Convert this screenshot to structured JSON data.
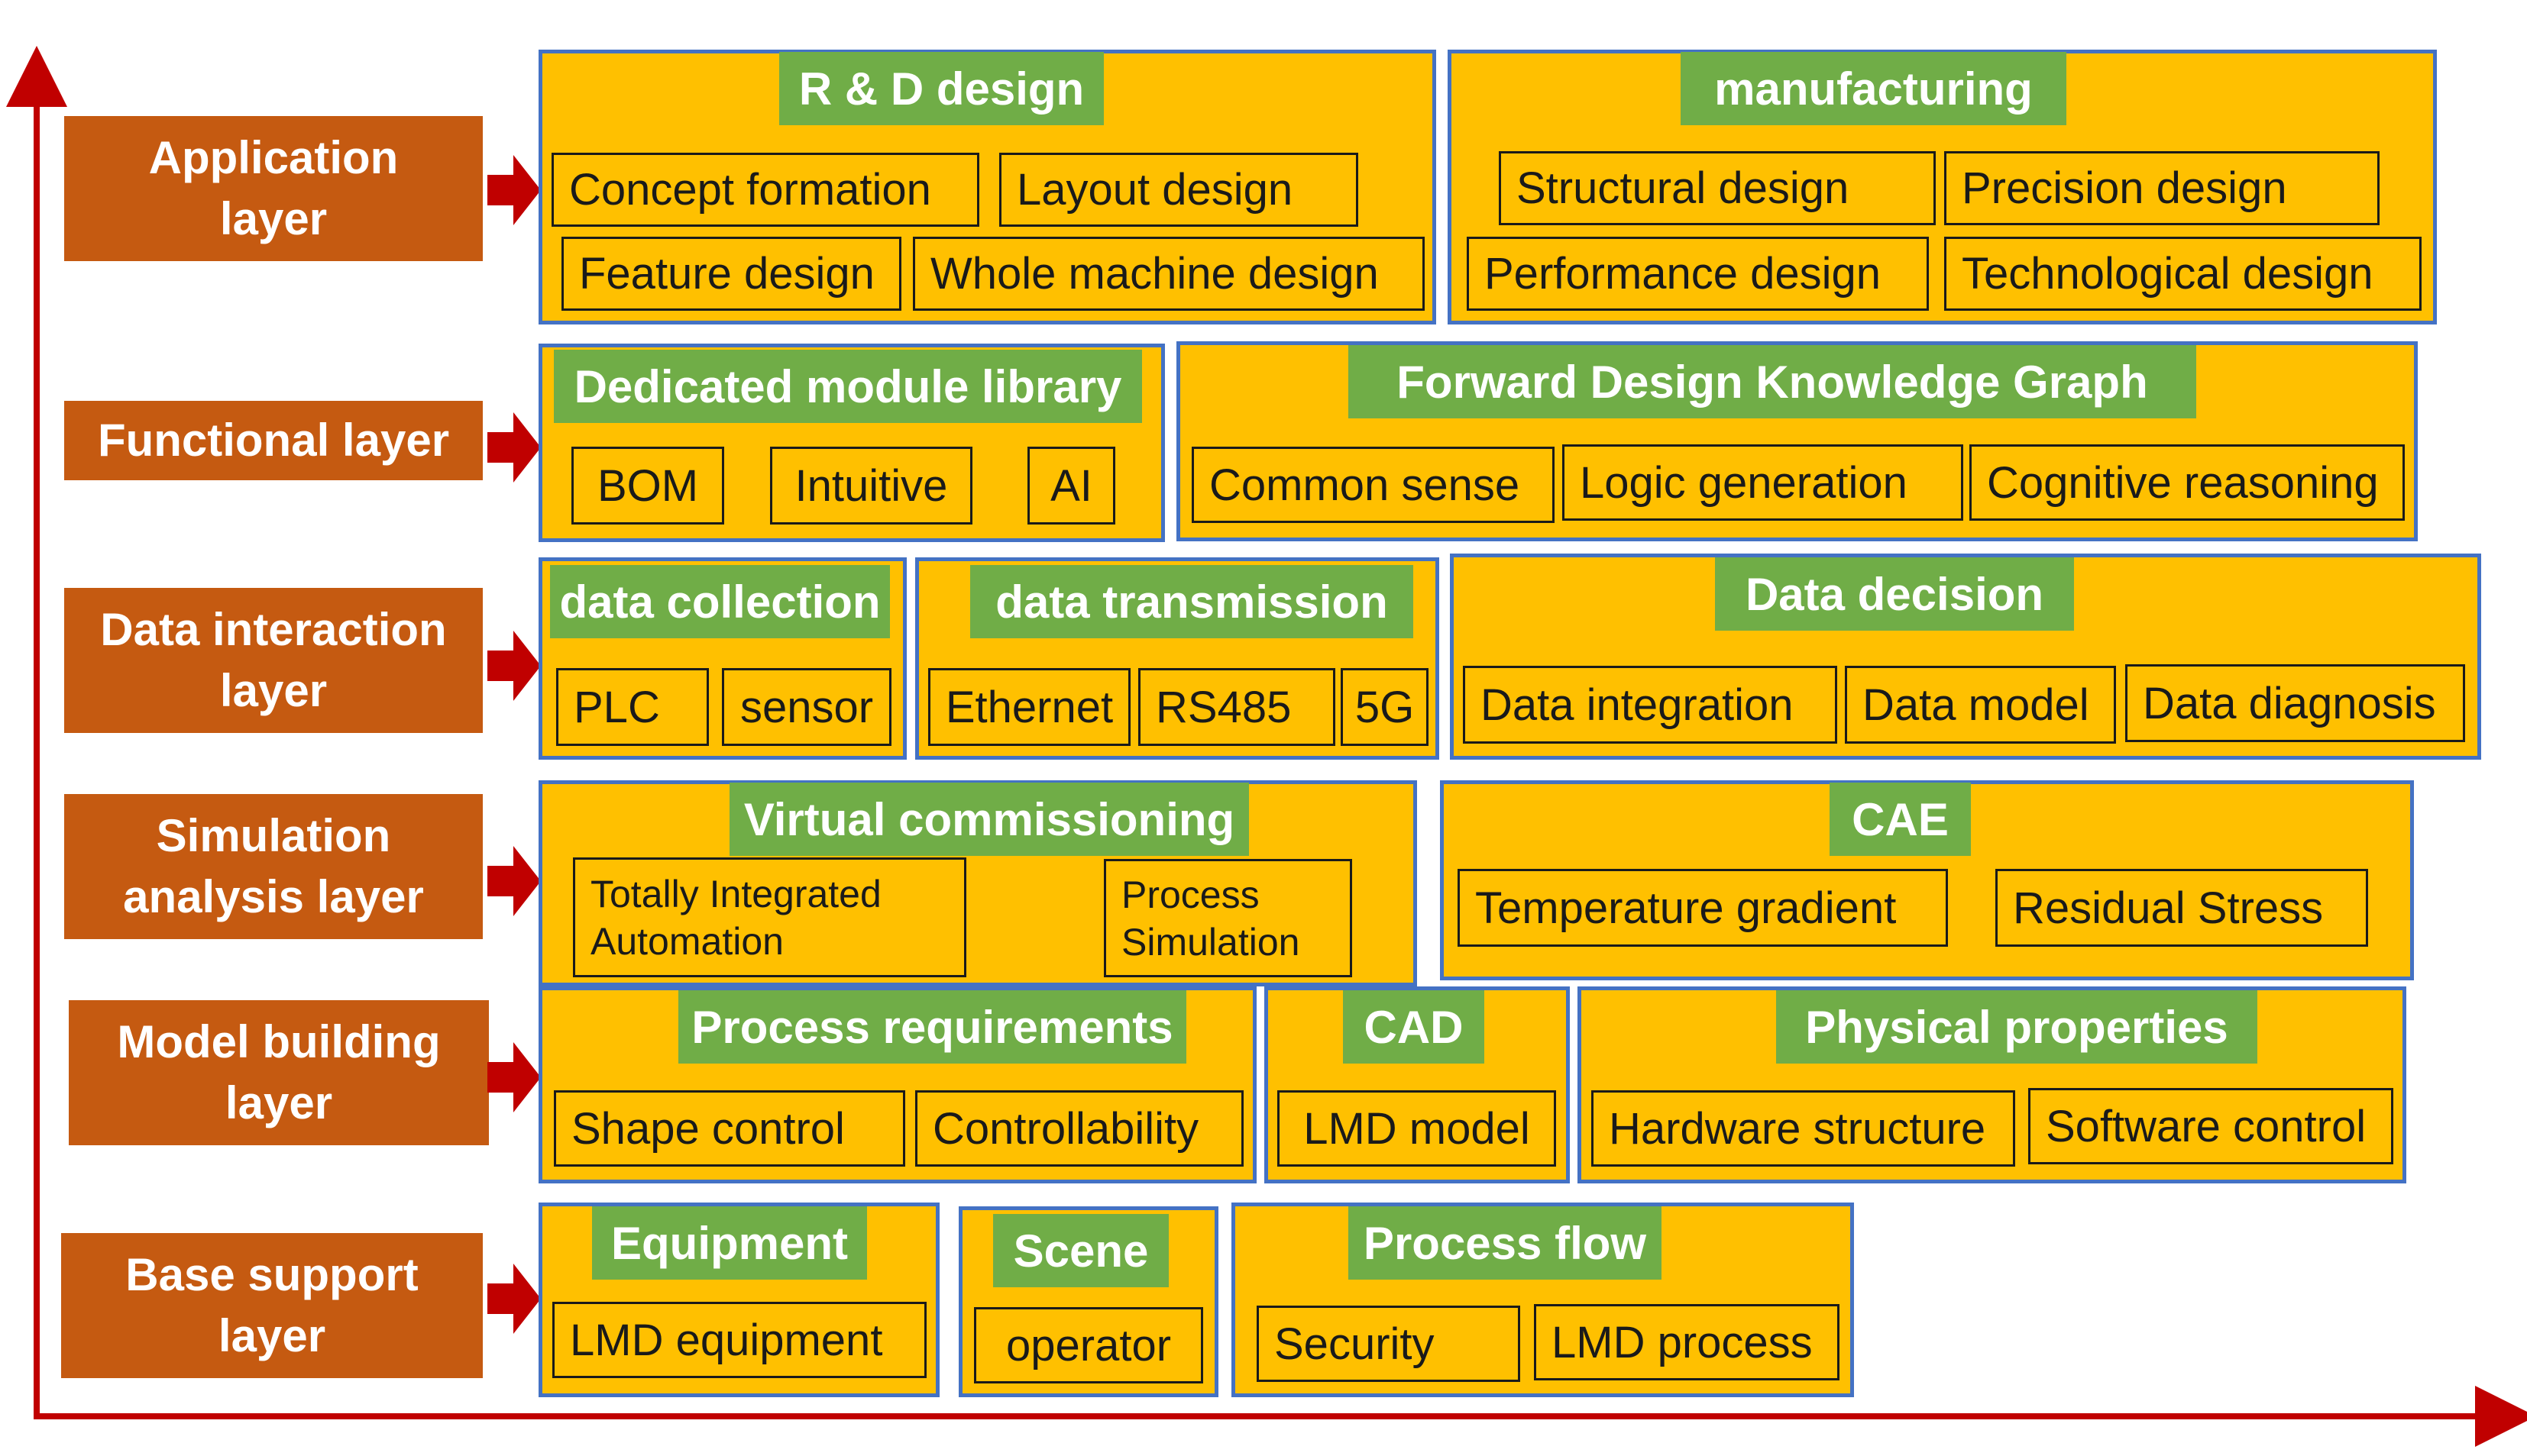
{
  "colors": {
    "layer": "#c55a11",
    "block": "#ffc000",
    "block_border": "#4472c4",
    "header": "#70ad47",
    "arrow": "#c00000",
    "axis": "#c00000"
  },
  "layers": [
    "Application\nlayer",
    "Functional layer",
    "Data interaction\nlayer",
    "Simulation\nanalysis layer",
    "Model building\nlayer",
    "Base support\nlayer"
  ],
  "blocks": {
    "rd": {
      "title": "R & D design",
      "items": [
        "Concept formation",
        "Layout design",
        "Feature design",
        "Whole machine design"
      ]
    },
    "mfg": {
      "title": "manufacturing",
      "items": [
        "Structural design",
        "Precision design",
        "Performance design",
        "Technological design"
      ]
    },
    "dml": {
      "title": "Dedicated module library",
      "items": [
        "BOM",
        "Intuitive",
        "AI"
      ]
    },
    "fdkg": {
      "title": "Forward Design Knowledge Graph",
      "items": [
        "Common sense",
        "Logic generation",
        "Cognitive reasoning"
      ]
    },
    "dcol": {
      "title": "data collection",
      "items": [
        "PLC",
        "sensor"
      ]
    },
    "dtx": {
      "title": "data transmission",
      "items": [
        "Ethernet",
        "RS485",
        "5G"
      ]
    },
    "ddec": {
      "title": "Data decision",
      "items": [
        "Data integration",
        "Data model",
        "Data diagnosis"
      ]
    },
    "vc": {
      "title": "Virtual commissioning",
      "items": [
        "Totally Integrated\nAutomation",
        "Process\nSimulation"
      ]
    },
    "cae": {
      "title": "CAE",
      "items": [
        "Temperature gradient",
        "Residual Stress"
      ]
    },
    "preq": {
      "title": "Process requirements",
      "items": [
        "Shape control",
        "Controllability"
      ]
    },
    "cad": {
      "title": "CAD",
      "items": [
        "LMD model"
      ]
    },
    "phys": {
      "title": "Physical properties",
      "items": [
        "Hardware structure",
        "Software control"
      ]
    },
    "equip": {
      "title": "Equipment",
      "items": [
        "LMD equipment"
      ]
    },
    "scene": {
      "title": "Scene",
      "items": [
        "operator"
      ]
    },
    "pflow": {
      "title": "Process flow",
      "items": [
        "Security",
        "LMD process"
      ]
    }
  }
}
